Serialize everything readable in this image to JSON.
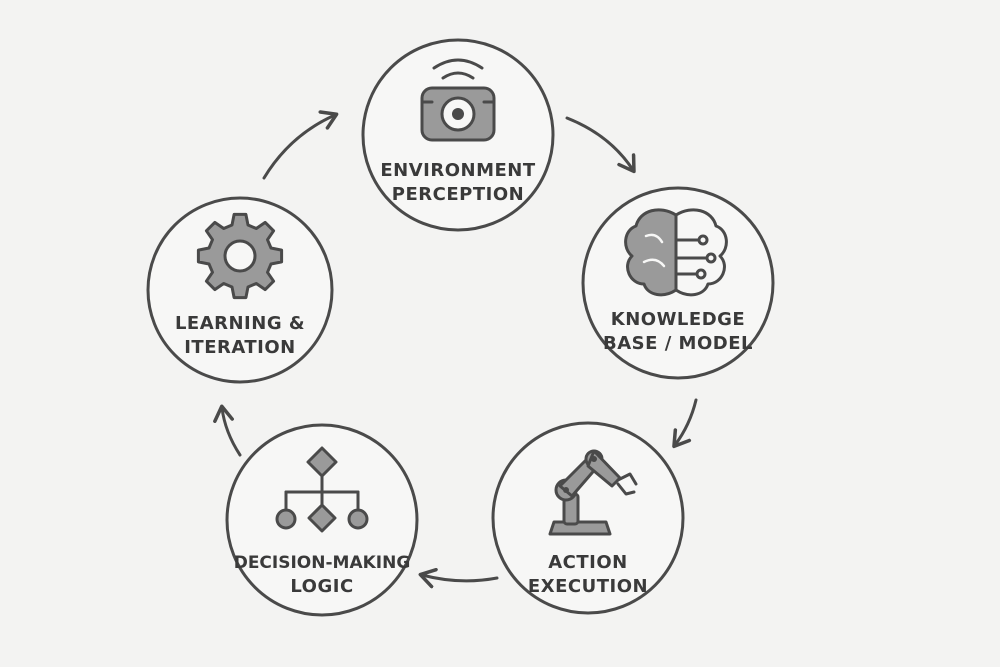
{
  "diagram": {
    "nodes": [
      {
        "id": "environment-perception",
        "icon": "robot-sensor-icon",
        "label_lines": [
          "ENVIRONMENT",
          "PERCEPTION"
        ]
      },
      {
        "id": "knowledge-base-model",
        "icon": "brain-circuit-icon",
        "label_lines": [
          "KNOWLEDGE",
          "BASE / MODEL"
        ]
      },
      {
        "id": "action-execution",
        "icon": "robotic-arm-icon",
        "label_lines": [
          "ACTION",
          "EXECUTION"
        ]
      },
      {
        "id": "decision-making-logic",
        "icon": "decision-tree-icon",
        "label_lines": [
          "DECISION-MAKING",
          "LOGIC"
        ]
      },
      {
        "id": "learning-iteration",
        "icon": "gear-icon",
        "label_lines": [
          "LEARNING &",
          "ITERATION"
        ]
      }
    ],
    "edges": [
      {
        "from": "environment-perception",
        "to": "knowledge-base-model"
      },
      {
        "from": "knowledge-base-model",
        "to": "action-execution"
      },
      {
        "from": "action-execution",
        "to": "decision-making-logic"
      },
      {
        "from": "decision-making-logic",
        "to": "learning-iteration"
      },
      {
        "from": "learning-iteration",
        "to": "environment-perception"
      }
    ],
    "colors": {
      "background": "#f3f3f2",
      "stroke": "#4a4a4a",
      "icon_fill": "#9a9a9a",
      "text": "#3a3a3a"
    }
  }
}
